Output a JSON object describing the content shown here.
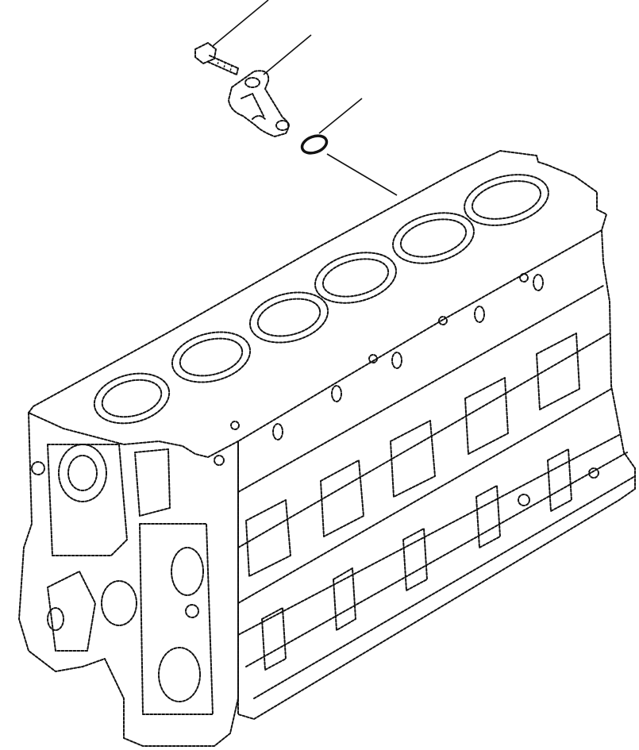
{
  "diagram": {
    "line_color": "#111111",
    "background": "#ffffff",
    "parts": [
      {
        "name": "bolt",
        "icon": "bolt-icon"
      },
      {
        "name": "nozzle",
        "icon": "piston-cooling-nozzle-icon"
      },
      {
        "name": "o-ring",
        "icon": "o-ring-icon"
      },
      {
        "name": "cylinder-block",
        "icon": "engine-block-icon"
      }
    ],
    "cylinder_count": 6
  }
}
